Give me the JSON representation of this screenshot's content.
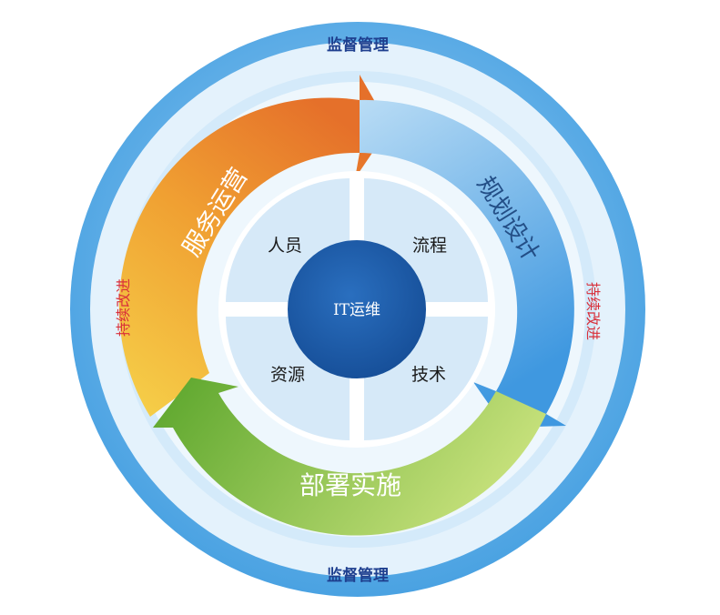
{
  "outer_ring": {
    "top_label": "监督管理",
    "bottom_label": "监督管理",
    "left_label": "持续改进",
    "right_label": "持续改进"
  },
  "cycle": {
    "orange": "服务运营",
    "blue": "规划设计",
    "green": "部署实施"
  },
  "quadrants": {
    "top_left": "人员",
    "top_right": "流程",
    "bottom_left": "资源",
    "bottom_right": "技术"
  },
  "core": {
    "label": "IT运维"
  },
  "colors": {
    "outer_ring": "#5aaee8",
    "inner_ring": "#e6f3fc",
    "orange": "#ea7a22",
    "blue": "#4da6e6",
    "green": "#6fb22c",
    "core": "#1d5aa8",
    "quadrant": "#d6e9f8"
  }
}
